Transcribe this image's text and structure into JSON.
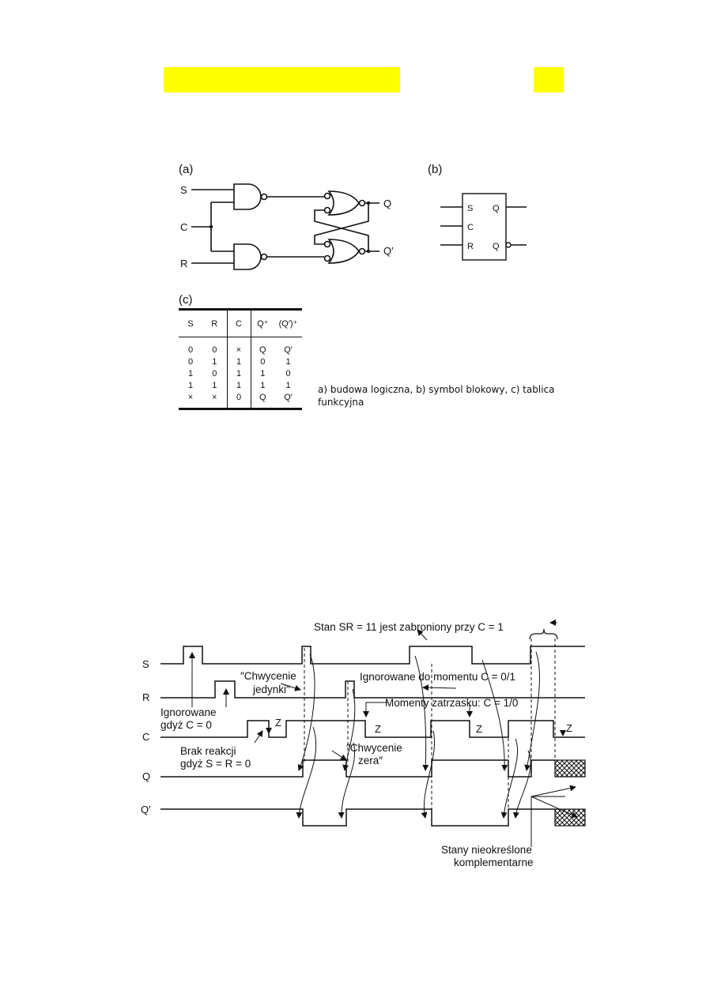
{
  "figure_a": {
    "label": "(a)",
    "inputs": {
      "s": "S",
      "c": "C",
      "r": "R"
    },
    "outputs": {
      "q": "Q",
      "qn": "Q′"
    }
  },
  "figure_b": {
    "label": "(b)",
    "pins": {
      "s": "S",
      "c": "C",
      "r": "R",
      "q": "Q",
      "qn": "Q"
    }
  },
  "figure_c": {
    "label": "(c)",
    "headers": [
      "S",
      "R",
      "C",
      "Q⁺",
      "(Q′)⁺"
    ],
    "rows": [
      [
        "0",
        "0",
        "×",
        "Q",
        "Q′"
      ],
      [
        "0",
        "1",
        "1",
        "0",
        "1"
      ],
      [
        "1",
        "0",
        "1",
        "1",
        "0"
      ],
      [
        "1",
        "1",
        "1",
        "1",
        "1"
      ],
      [
        "×",
        "×",
        "0",
        "Q",
        "Q′"
      ]
    ]
  },
  "caption": {
    "line1": "a) budowa logiczna, b) symbol blokowy, c) tablica",
    "line2": "funkcyjna"
  },
  "timing": {
    "signals": {
      "s": "S",
      "r": "R",
      "c": "C",
      "q": "Q",
      "qn": "Q′"
    },
    "z": "Z",
    "annotations": {
      "forbidden": "Stan SR = 11 jest zabroniony przy C = 1",
      "catch_one_1": "″Chwycenie",
      "catch_one_2": "jedynki″",
      "ignored_until": "Ignorowane do momentu C = 0/1",
      "latch_moments": "Momenty zatrzasku: C = 1/0",
      "ignored_1": "Ignorowane",
      "ignored_2": "gdyż C = 0",
      "no_reaction_1": "Brak reakcji",
      "no_reaction_2": "gdyż S = R = 0",
      "catch_zero_1": "″Chwycenie",
      "catch_zero_2": "zera″",
      "undefined_1": "Stany nieokreślone",
      "undefined_2": "komplementarne"
    }
  }
}
